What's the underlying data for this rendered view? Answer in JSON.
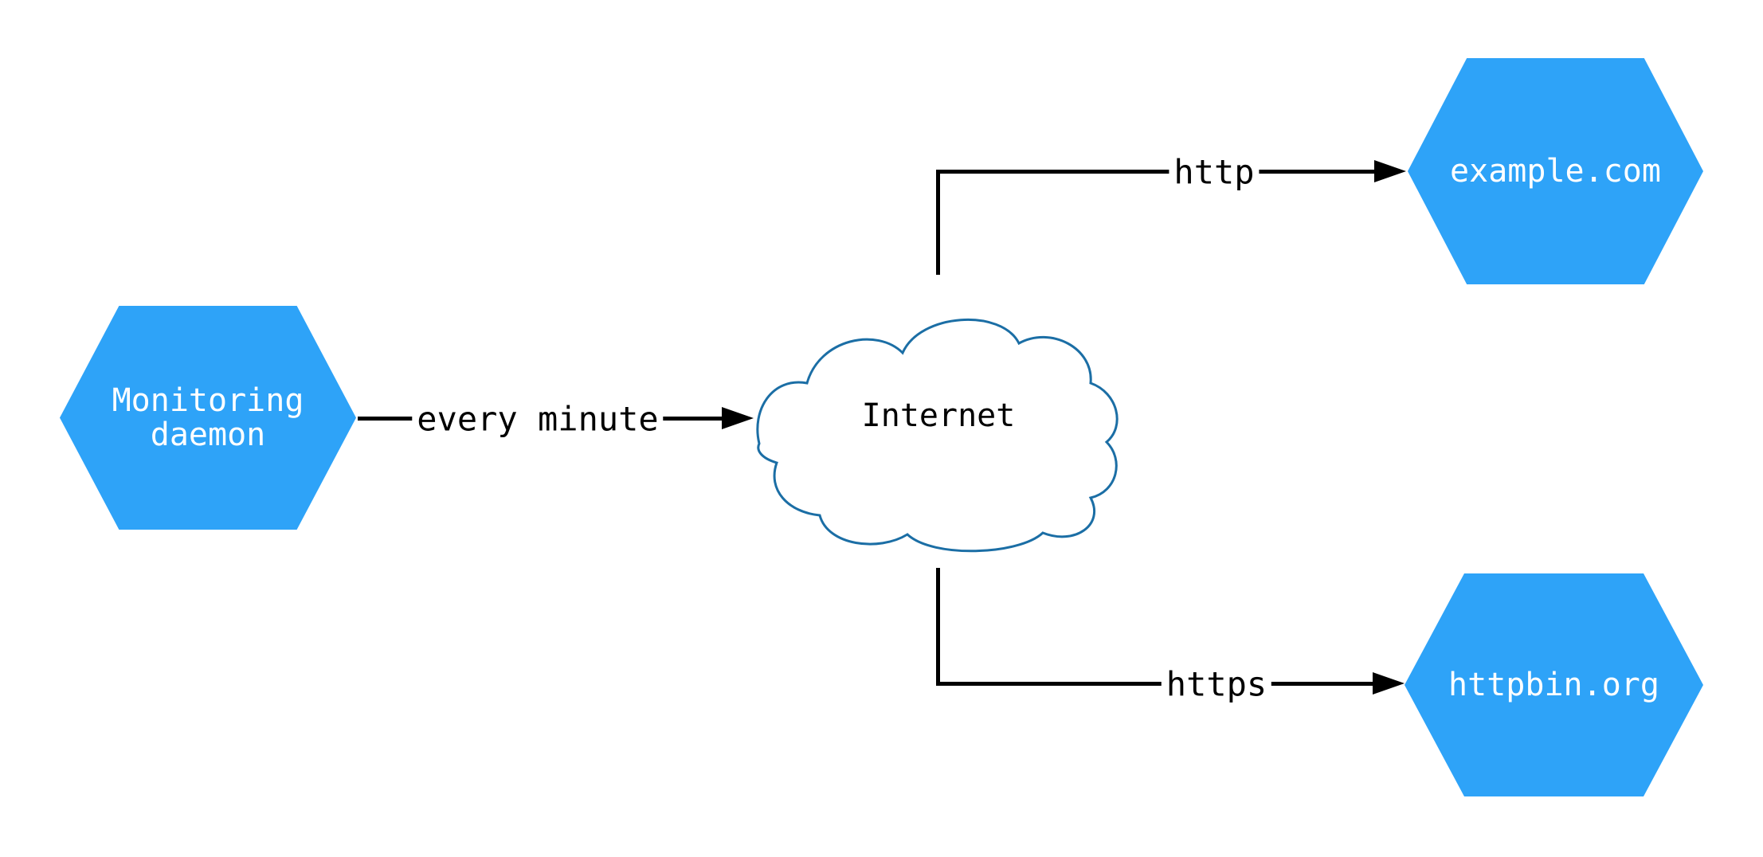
{
  "diagram": {
    "nodes": {
      "monitoring": {
        "label": "Monitoring\ndaemon",
        "shape": "hexagon"
      },
      "internet": {
        "label": "Internet",
        "shape": "cloud"
      },
      "example": {
        "label": "example.com",
        "shape": "hexagon"
      },
      "httpbin": {
        "label": "httpbin.org",
        "shape": "hexagon"
      }
    },
    "edges": {
      "every_minute": {
        "label": "every minute",
        "from": "monitoring",
        "to": "internet"
      },
      "http": {
        "label": "http",
        "from": "internet",
        "to": "example"
      },
      "https": {
        "label": "https",
        "from": "internet",
        "to": "httpbin"
      }
    },
    "colors": {
      "hexagon_fill": "#2EA3F8",
      "hexagon_text": "#FFFFFF",
      "cloud_stroke": "#1B6EA5",
      "cloud_fill": "#FFFFFF",
      "edge": "#000000",
      "background": "#FFFFFF"
    }
  }
}
